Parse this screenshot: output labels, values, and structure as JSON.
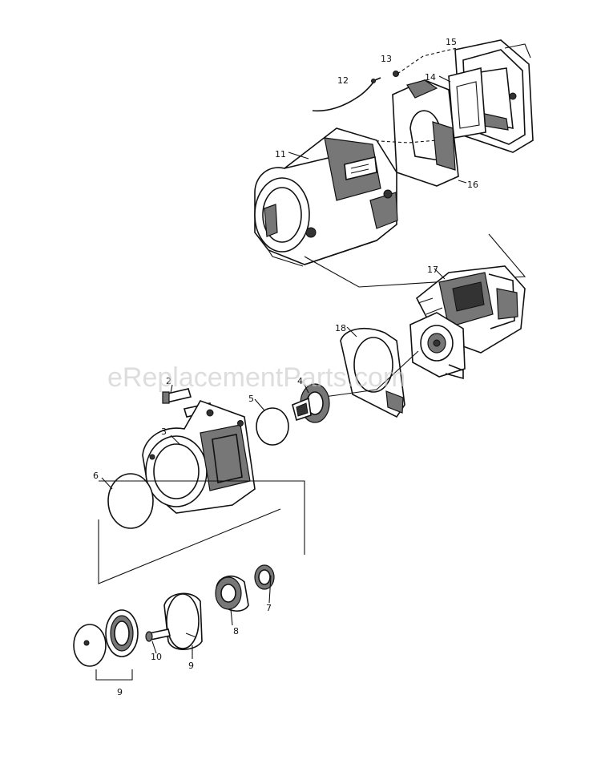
{
  "watermark": "eReplacementParts.com",
  "callouts": {
    "c2": "2",
    "c3": "3",
    "c4": "4",
    "c5": "5",
    "c6": "6",
    "c7": "7",
    "c8": "8",
    "c9a": "9",
    "c9b": "9",
    "c10": "10",
    "c11": "11",
    "c12": "12",
    "c13": "13",
    "c14": "14",
    "c15": "15",
    "c16": "16",
    "c17": "17",
    "c18": "18"
  }
}
